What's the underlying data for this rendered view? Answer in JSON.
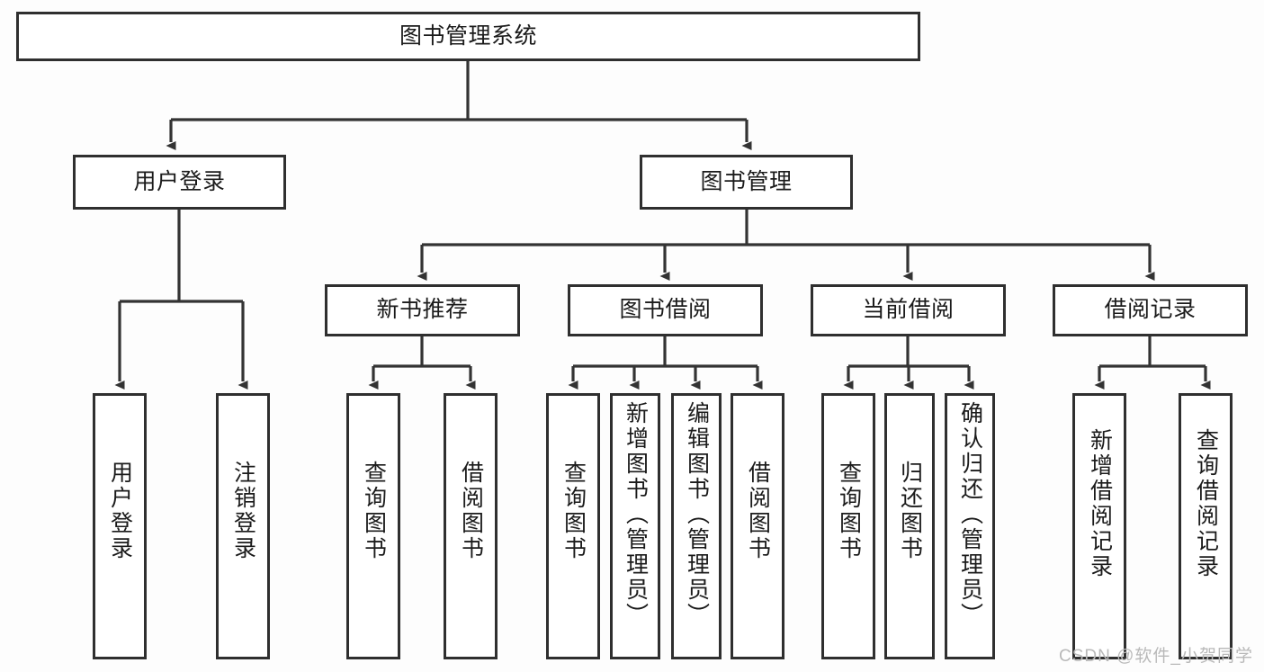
{
  "diagram": {
    "title": "图书管理系统",
    "type": "hierarchy-tree",
    "watermark": "CSDN @软件_小贺同学",
    "colors": {
      "node_border": "#2f2f2f",
      "node_fill": "#ffffff",
      "connector": "#333333",
      "text": "#1b1b1b",
      "watermark": "#b9b9b9",
      "background": "#fdfdfd"
    },
    "nodes": {
      "root": {
        "label": "图书管理系统",
        "level": 1,
        "orientation": "horizontal"
      },
      "user_login": {
        "label": "用户登录",
        "level": 2,
        "orientation": "horizontal"
      },
      "book_manage": {
        "label": "图书管理",
        "level": 2,
        "orientation": "horizontal"
      },
      "new_book_rec": {
        "label": "新书推荐",
        "level": 3,
        "orientation": "horizontal"
      },
      "book_borrow": {
        "label": "图书借阅",
        "level": 3,
        "orientation": "horizontal"
      },
      "current_borrow": {
        "label": "当前借阅",
        "level": 3,
        "orientation": "horizontal"
      },
      "borrow_record": {
        "label": "借阅记录",
        "level": 3,
        "orientation": "horizontal"
      },
      "leaf_user_login": {
        "label": "用户登录",
        "level": 4,
        "orientation": "vertical"
      },
      "leaf_logout": {
        "label": "注销登录",
        "level": 4,
        "orientation": "vertical"
      },
      "leaf_query_book_1": {
        "label": "查询图书",
        "level": 4,
        "orientation": "vertical"
      },
      "leaf_borrow_book_1": {
        "label": "借阅图书",
        "level": 4,
        "orientation": "vertical"
      },
      "leaf_query_book_2": {
        "label": "查询图书",
        "level": 4,
        "orientation": "vertical"
      },
      "leaf_add_book": {
        "label": "新增图书（管理员）",
        "level": 4,
        "orientation": "vertical"
      },
      "leaf_edit_book": {
        "label": "编辑图书（管理员）",
        "level": 4,
        "orientation": "vertical"
      },
      "leaf_borrow_book_2": {
        "label": "借阅图书",
        "level": 4,
        "orientation": "vertical"
      },
      "leaf_query_book_3": {
        "label": "查询图书",
        "level": 4,
        "orientation": "vertical"
      },
      "leaf_return_book": {
        "label": "归还图书",
        "level": 4,
        "orientation": "vertical"
      },
      "leaf_confirm_return": {
        "label": "确认归还（管理员）",
        "level": 4,
        "orientation": "vertical"
      },
      "leaf_add_record": {
        "label": "新增借阅记录",
        "level": 4,
        "orientation": "vertical"
      },
      "leaf_query_record": {
        "label": "查询借阅记录",
        "level": 4,
        "orientation": "vertical"
      }
    },
    "edges": [
      {
        "from": "root",
        "to": "user_login"
      },
      {
        "from": "root",
        "to": "book_manage"
      },
      {
        "from": "user_login",
        "to": "leaf_user_login"
      },
      {
        "from": "user_login",
        "to": "leaf_logout"
      },
      {
        "from": "book_manage",
        "to": "new_book_rec"
      },
      {
        "from": "book_manage",
        "to": "book_borrow"
      },
      {
        "from": "book_manage",
        "to": "current_borrow"
      },
      {
        "from": "book_manage",
        "to": "borrow_record"
      },
      {
        "from": "new_book_rec",
        "to": "leaf_query_book_1"
      },
      {
        "from": "new_book_rec",
        "to": "leaf_borrow_book_1"
      },
      {
        "from": "book_borrow",
        "to": "leaf_query_book_2"
      },
      {
        "from": "book_borrow",
        "to": "leaf_add_book"
      },
      {
        "from": "book_borrow",
        "to": "leaf_edit_book"
      },
      {
        "from": "book_borrow",
        "to": "leaf_borrow_book_2"
      },
      {
        "from": "current_borrow",
        "to": "leaf_query_book_3"
      },
      {
        "from": "current_borrow",
        "to": "leaf_return_book"
      },
      {
        "from": "current_borrow",
        "to": "leaf_confirm_return"
      },
      {
        "from": "borrow_record",
        "to": "leaf_add_record"
      },
      {
        "from": "borrow_record",
        "to": "leaf_query_record"
      }
    ]
  }
}
